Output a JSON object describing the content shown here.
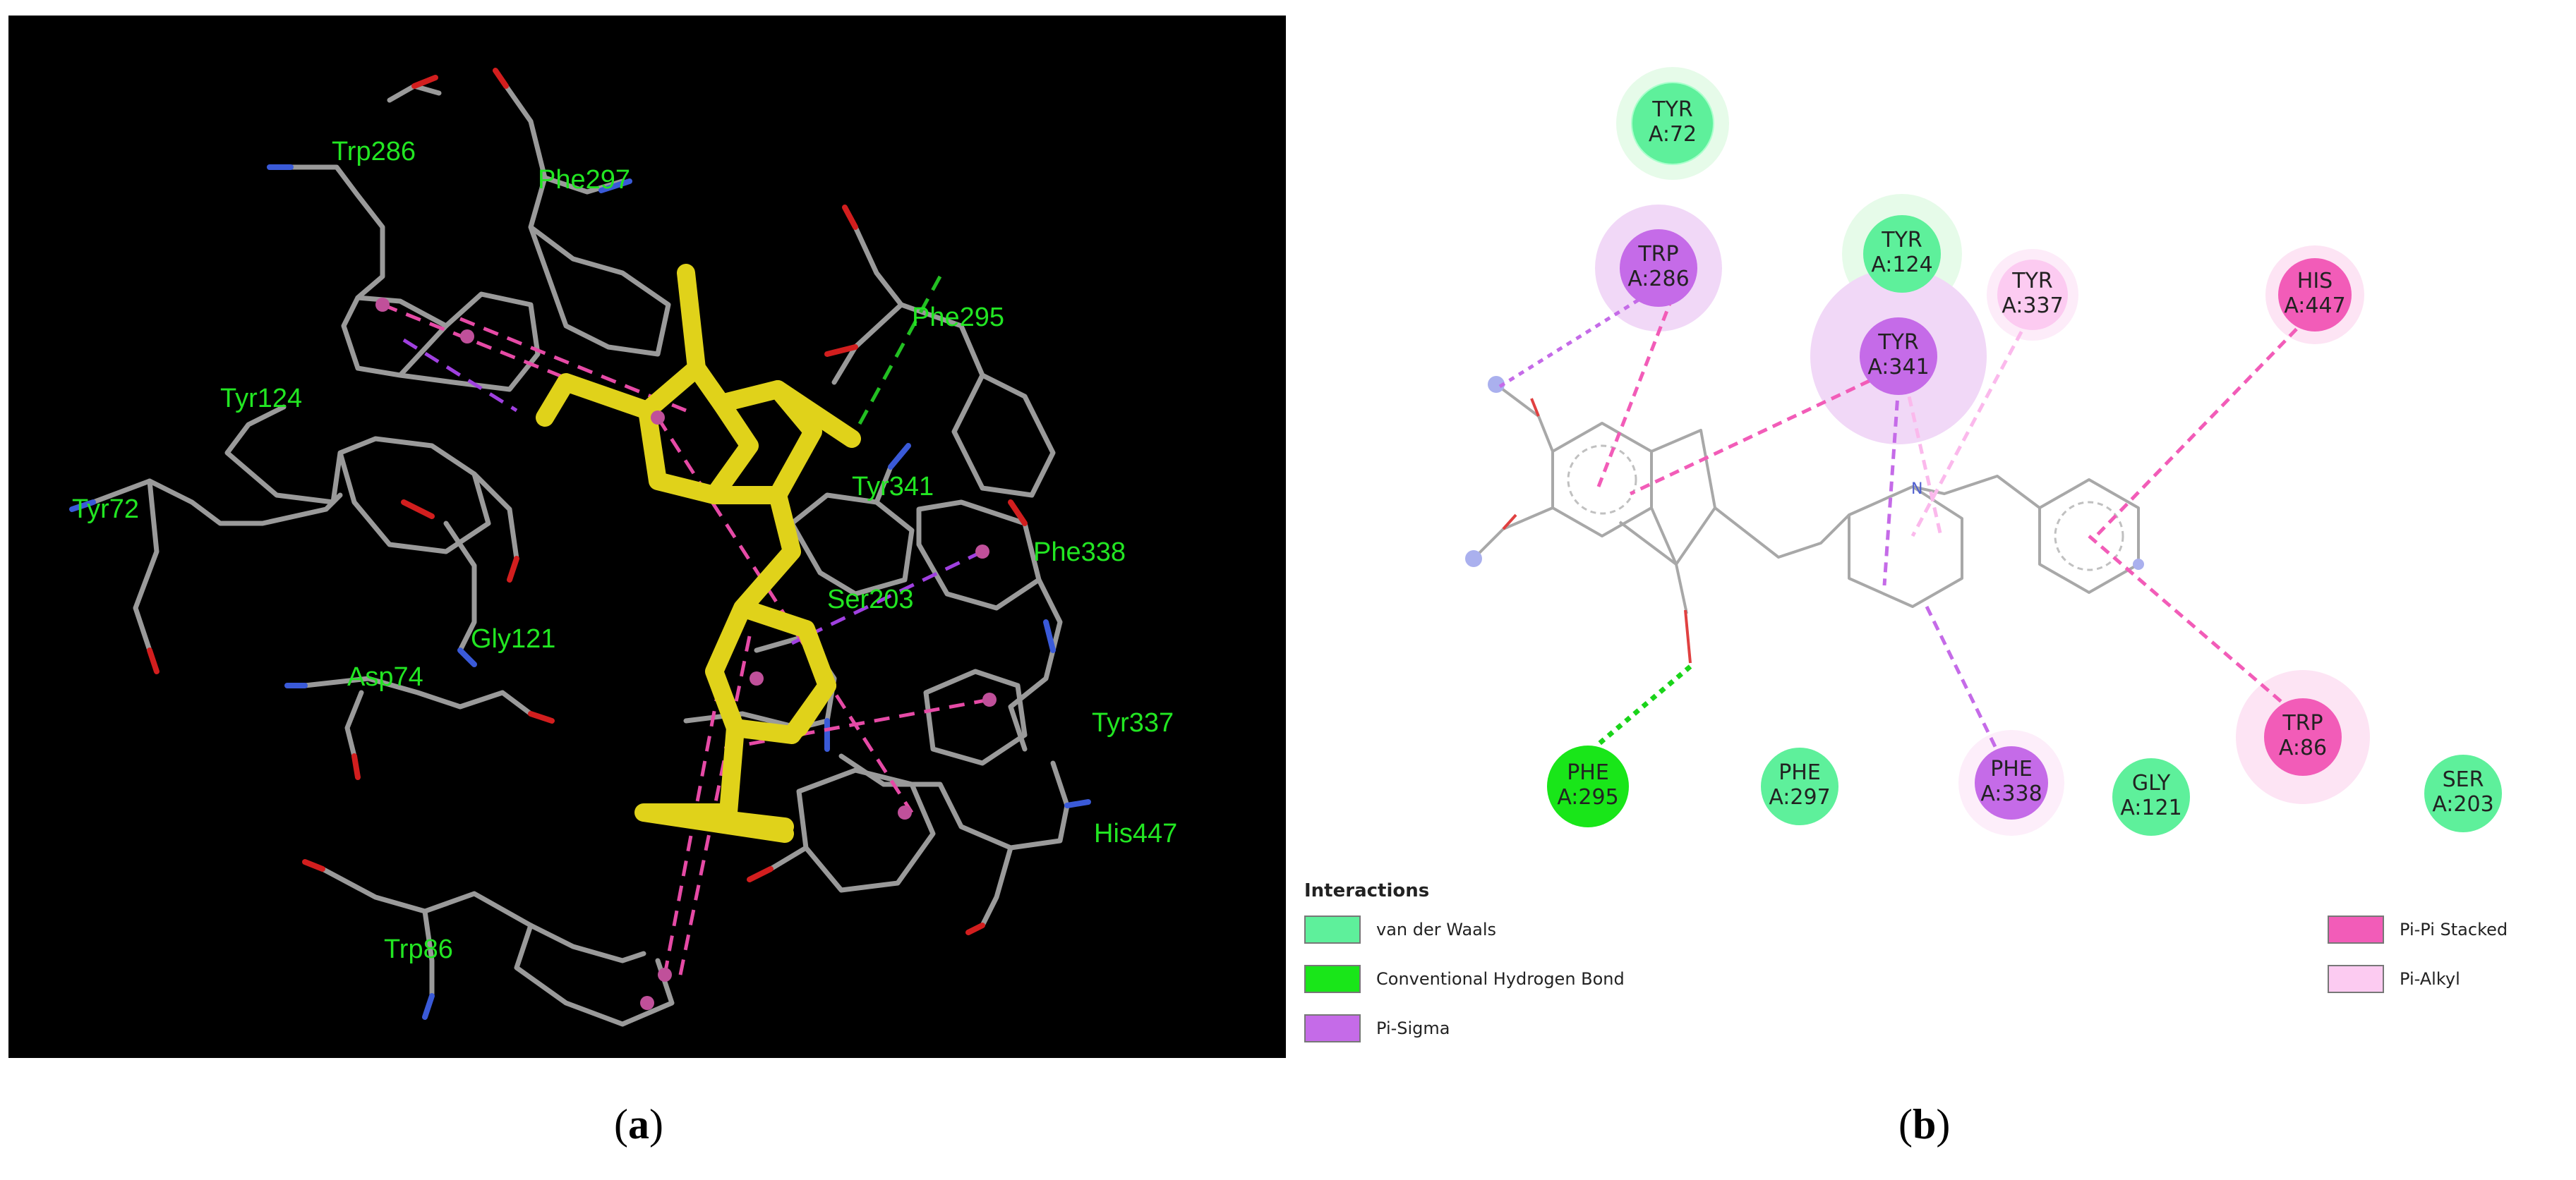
{
  "panel_a": {
    "labels": [
      "Trp286",
      "Phe297",
      "Phe295",
      "Tyr124",
      "Tyr72",
      "Tyr341",
      "Phe338",
      "Gly121",
      "Asp74",
      "Ser203",
      "Tyr337",
      "His447",
      "Trp86"
    ]
  },
  "panel_b": {
    "residues": [
      {
        "name": "TYR",
        "num": "A:72",
        "type": "vdw"
      },
      {
        "name": "TRP",
        "num": "A:286",
        "type": "pisigma"
      },
      {
        "name": "TYR",
        "num": "A:124",
        "type": "vdw"
      },
      {
        "name": "TYR",
        "num": "A:337",
        "type": "pialkyl"
      },
      {
        "name": "HIS",
        "num": "A:447",
        "type": "pipi"
      },
      {
        "name": "TYR",
        "num": "A:341",
        "type": "pisigma"
      },
      {
        "name": "PHE",
        "num": "A:295",
        "type": "hbond"
      },
      {
        "name": "PHE",
        "num": "A:297",
        "type": "vdw"
      },
      {
        "name": "PHE",
        "num": "A:338",
        "type": "pisigma"
      },
      {
        "name": "GLY",
        "num": "A:121",
        "type": "vdw"
      },
      {
        "name": "TRP",
        "num": "A:86",
        "type": "pipi"
      },
      {
        "name": "SER",
        "num": "A:203",
        "type": "vdw"
      }
    ],
    "atom_label": "N",
    "legend": {
      "title": "Interactions",
      "items": [
        {
          "label": "van der Waals",
          "color": "#5ef09b"
        },
        {
          "label": "Conventional Hydrogen Bond",
          "color": "#19e619"
        },
        {
          "label": "Pi-Sigma",
          "color": "#c56be8"
        },
        {
          "label": "Pi-Pi Stacked",
          "color": "#f25cb8"
        },
        {
          "label": "Pi-Alkyl",
          "color": "#fccbf1"
        }
      ]
    }
  },
  "captions": {
    "a": "a",
    "b": "b"
  }
}
